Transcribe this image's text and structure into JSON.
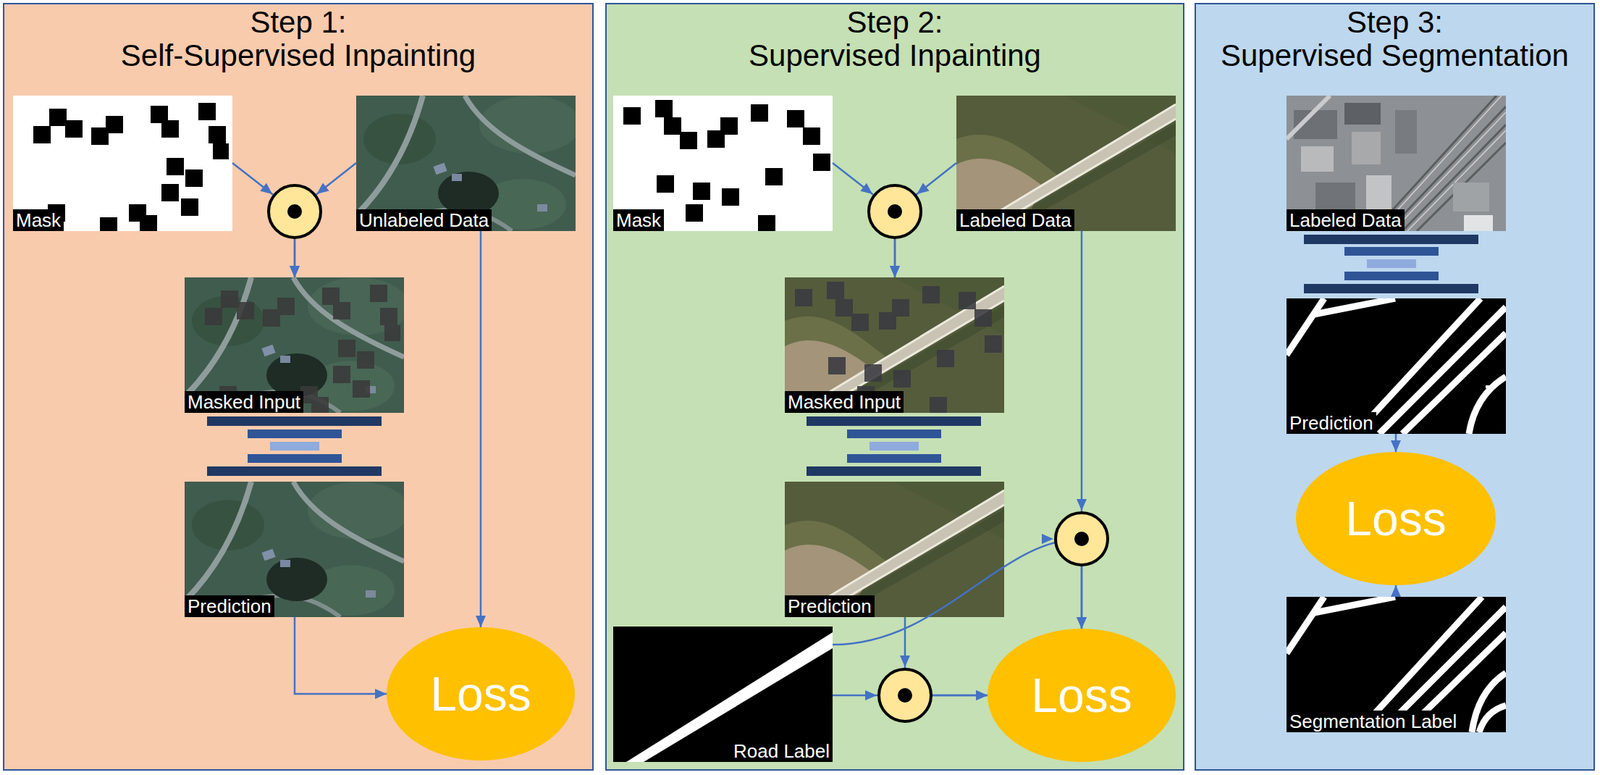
{
  "diagram": {
    "nodes": [
      {
        "text": [
          "Step 1: Self-Supervised Inpainting"
        ]
      },
      {
        "text": [
          "Mask"
        ],
        "in": 0
      },
      {
        "text": [
          "Unlabeled Data"
        ],
        "in": 0
      },
      {
        "text": [
          "Masked Input"
        ],
        "in": 0
      },
      {
        "text": [
          "Prediction"
        ],
        "in": 0
      },
      {
        "text": [
          "Loss"
        ],
        "in": 0
      },
      {
        "text": [
          "Step 2: Supervised Inpainting"
        ]
      },
      {
        "text": [
          "Mask"
        ],
        "in": 6
      },
      {
        "text": [
          "Labeled Data"
        ],
        "in": 6
      },
      {
        "text": [
          "Masked Input"
        ],
        "in": 6
      },
      {
        "text": [
          "Prediction"
        ],
        "in": 6
      },
      {
        "text": [
          "Road Label"
        ],
        "in": 6
      },
      {
        "text": [
          "Loss"
        ],
        "in": 6
      },
      {
        "text": [
          "Step 3: Supervised Segmentation"
        ]
      },
      {
        "text": [
          "Labeled Data"
        ],
        "in": 13
      },
      {
        "text": [
          "Prediction"
        ],
        "in": 13
      },
      {
        "text": [
          "Loss"
        ],
        "in": 13
      },
      {
        "text": [
          "Segmentation Label"
        ],
        "in": 13
      }
    ],
    "edges": [
      {
        "from": 1,
        "to": 3,
        "arrow": "to"
      },
      {
        "from": 2,
        "to": 3,
        "arrow": "to"
      },
      {
        "from": 2,
        "to": 5,
        "arrow": "to"
      },
      {
        "from": 4,
        "to": 5,
        "arrow": "to"
      },
      {
        "from": 7,
        "to": 9,
        "arrow": "to"
      },
      {
        "from": 8,
        "to": 9,
        "arrow": "to"
      },
      {
        "from": 8,
        "to": 12,
        "arrow": "to"
      },
      {
        "from": 11,
        "to": 12,
        "arrow": "to"
      },
      {
        "from": 10,
        "to": 12,
        "arrow": "to"
      },
      {
        "from": 11,
        "to": 12,
        "arrow": "to"
      },
      {
        "from": 15,
        "to": 16,
        "arrow": "to"
      },
      {
        "from": 17,
        "to": 16,
        "arrow": "to"
      }
    ]
  }
}
